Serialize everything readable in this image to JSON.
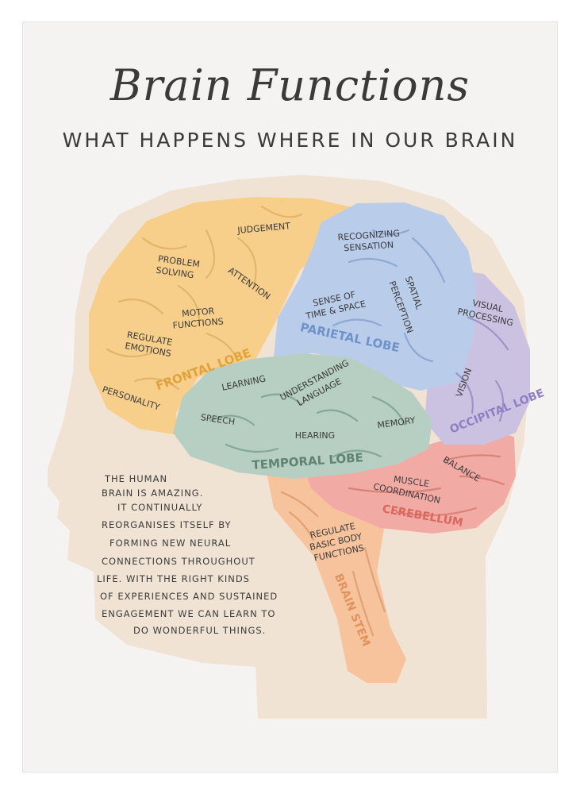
{
  "title": "Brain Functions",
  "subtitle": "WHAT HAPPENS WHERE IN OUR BRAIN",
  "colors": {
    "head": "#f1e3d3",
    "frontal": "#f7cf8a",
    "parietal": "#b9cdea",
    "occipital": "#cbc2e2",
    "temporal": "#b6cfc2",
    "cerebellum": "#f2aaa4",
    "brain_stem": "#f6c39c",
    "ink": "#3b3b3b",
    "frontal_label": "#e0a23b",
    "parietal_label": "#6f93c9",
    "occipital_label": "#8e7fc4",
    "temporal_label": "#5f8374",
    "cerebellum_label": "#d9685f",
    "brain_stem_label": "#e0935c",
    "body_text": "#b9a595"
  },
  "lobes": {
    "frontal": {
      "name": "FRONTAL LOBE",
      "functions": [
        "JUDGEMENT",
        "PROBLEM",
        "SOLVING",
        "ATTENTION",
        "MOTOR",
        "FUNCTIONS",
        "REGULATE",
        "EMOTIONS",
        "PERSONALITY"
      ]
    },
    "parietal": {
      "name": "PARIETAL LOBE",
      "functions": [
        "RECOGNIZING",
        "SENSATION",
        "SENSE OF",
        "TIME & SPACE",
        "SPATIAL",
        "PERCEPTION"
      ]
    },
    "occipital": {
      "name": "OCCIPITAL LOBE",
      "functions": [
        "VISUAL",
        "PROCESSING",
        "VISION"
      ]
    },
    "temporal": {
      "name": "TEMPORAL LOBE",
      "functions": [
        "LEARNING",
        "UNDERSTANDING",
        "LANGUAGE",
        "SPEECH",
        "HEARING",
        "MEMORY"
      ]
    },
    "cerebellum": {
      "name": "CEREBELLUM",
      "functions": [
        "BALANCE",
        "MUSCLE",
        "COORDINATION"
      ]
    },
    "brain_stem": {
      "name": "BRAIN STEM",
      "functions": [
        "REGULATE",
        "BASIC BODY",
        "FUNCTIONS"
      ]
    }
  },
  "body_text": [
    "THE HUMAN",
    "BRAIN IS AMAZING.",
    "IT CONTINUALLY",
    "REORGANISES ITSELF BY",
    "FORMING NEW NEURAL",
    "CONNECTIONS THROUGHOUT",
    "LIFE. WITH THE RIGHT KINDS",
    "OF EXPERIENCES AND SUSTAINED",
    "ENGAGEMENT WE CAN LEARN TO",
    "DO WONDERFUL THINGS."
  ]
}
